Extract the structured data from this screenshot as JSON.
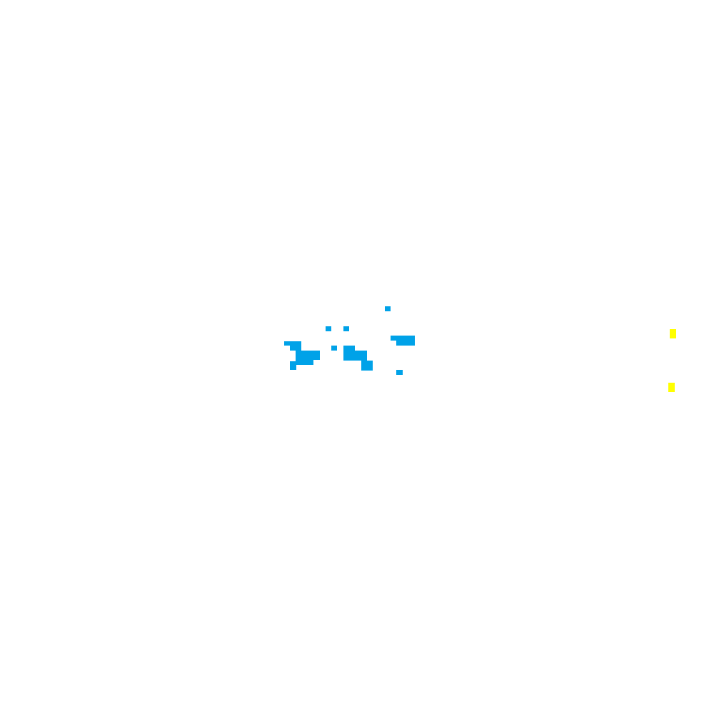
{
  "background_color": "#ffffff",
  "land_color": "#00a2e8",
  "marker_color": "#ffff00",
  "landmasses": [
    {
      "id": "islet-a"
    },
    {
      "id": "islet-b"
    },
    {
      "id": "islet-c"
    },
    {
      "id": "islet-d"
    },
    {
      "id": "islet-e"
    },
    {
      "id": "island-west"
    },
    {
      "id": "island-central"
    },
    {
      "id": "island-east"
    },
    {
      "id": "islet-f"
    }
  ],
  "markers": [
    {
      "id": "marker-1"
    },
    {
      "id": "marker-2"
    }
  ]
}
